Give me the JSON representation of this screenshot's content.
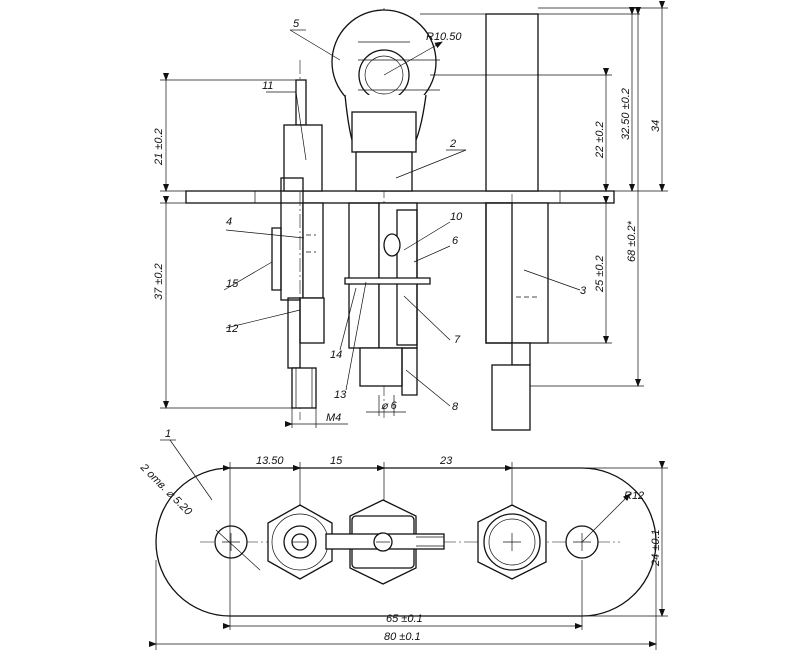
{
  "drawing": {
    "callouts": {
      "c1": "1",
      "c2": "2",
      "c3": "3",
      "c4": "4",
      "c5": "5",
      "c6": "6",
      "c7": "7",
      "c8": "8",
      "c10": "10",
      "c11": "11",
      "c12": "12",
      "c13": "13",
      "c14": "14",
      "c15": "15"
    },
    "dims": {
      "r1050": "R10.50",
      "d21": "21 ±0.2",
      "d37": "37 ±0.2",
      "d22": "22 ±0.2",
      "d3250": "32.50 ±0.2",
      "d34": "34",
      "d68": "68 ±0.2*",
      "d25": "25 ±0.2",
      "m4": "M4",
      "phi6": "⌀ 6",
      "d1350": "13.50",
      "d15": "15",
      "d23": "23",
      "holes": "2 отв. ⌀ 5.20",
      "r12": "R12",
      "d24": "24 ±0.1",
      "d65": "65 ±0.1",
      "d80": "80 ±0.1"
    }
  }
}
